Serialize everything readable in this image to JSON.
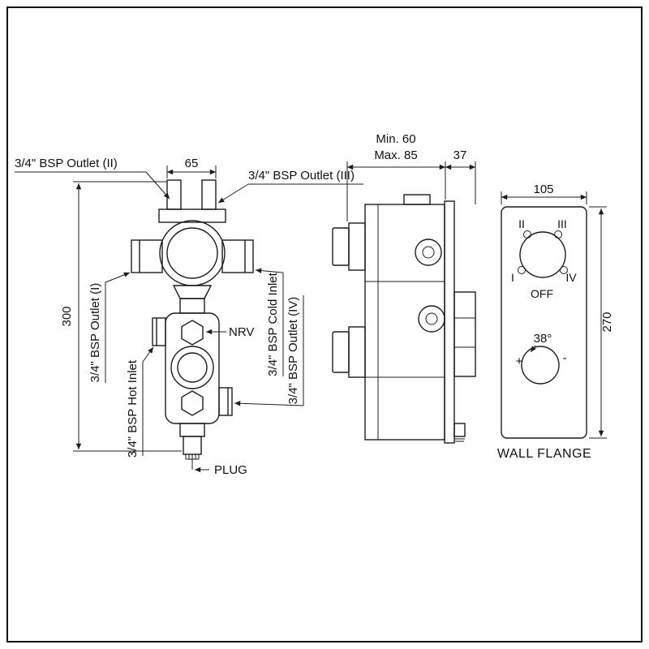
{
  "front_view": {
    "outlet_ii_label": "3/4\" BSP Outlet (II)",
    "outlet_iii_label": "3/4\" BSP Outlet (III)",
    "outlet_i_label": "3/4\" BSP Outlet (I)",
    "outlet_iv_label": "3/4\" BSP Outlet (IV)",
    "hot_inlet_label": "3/4\" BSP Hot Inlet",
    "cold_inlet_label": "3/4\" BSP Cold Inlet",
    "nrv_label": "NRV",
    "plug_label": "PLUG",
    "dim_width": "65",
    "dim_height": "300"
  },
  "side_view": {
    "dim_min_depth": "Min. 60",
    "dim_max_depth": "Max. 85",
    "dim_wall_depth": "37"
  },
  "flange_view": {
    "dim_width": "105",
    "dim_height": "270",
    "caption": "WALL FLANGE",
    "position_ii": "II",
    "position_iii": "III",
    "position_i": "I",
    "position_iv": "IV",
    "position_off": "OFF",
    "temperature": "38°",
    "plus_sign": "+",
    "minus_sign": "-"
  }
}
